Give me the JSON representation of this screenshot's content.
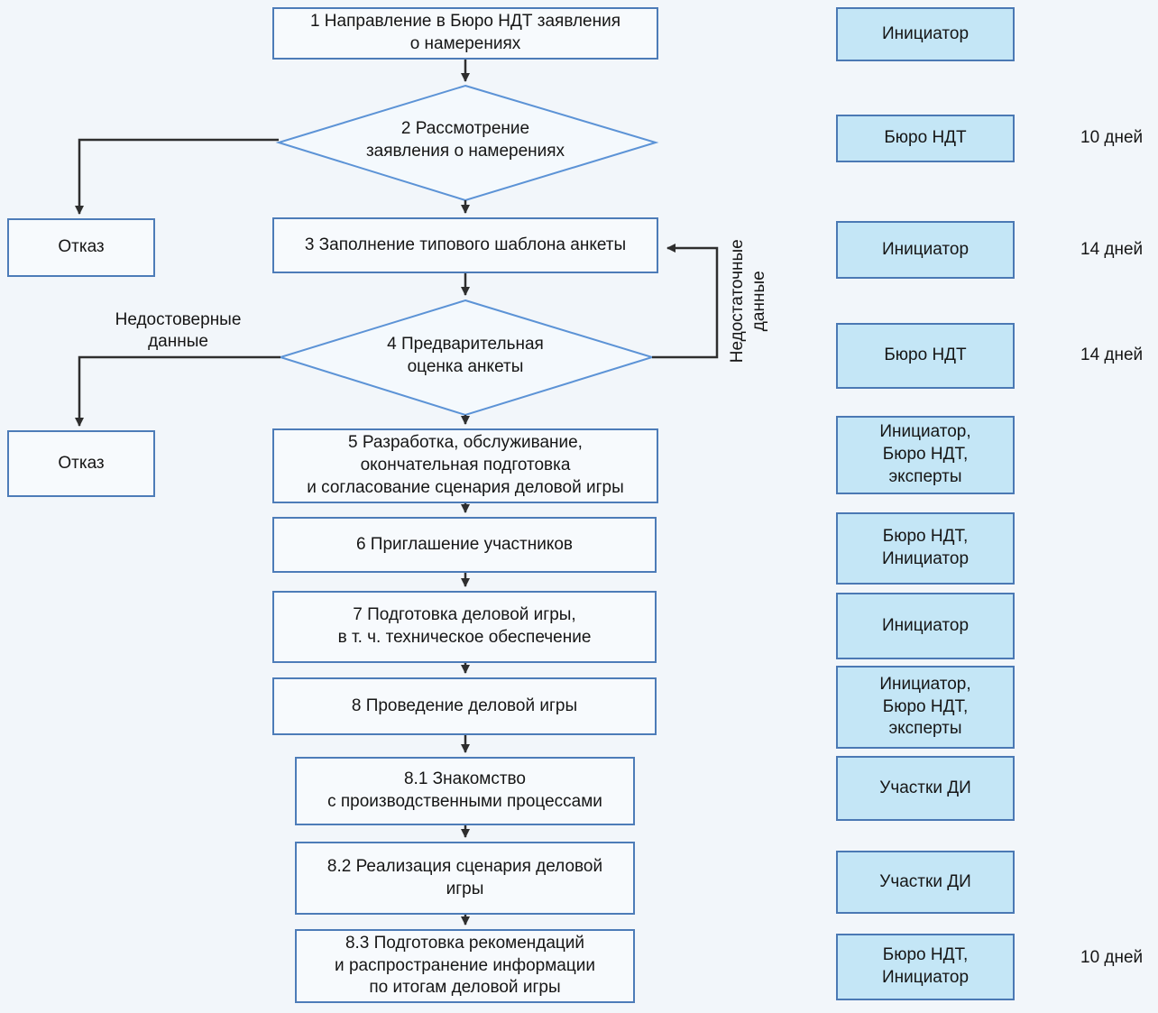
{
  "flow": {
    "step1": "1 Направление в Бюро НДТ заявления\nо намерениях",
    "step2": "2 Рассмотрение\nзаявления о намерениях",
    "step3": "3 Заполнение типового шаблона анкеты",
    "step4": "4 Предварительная\nоценка анкеты",
    "step5": "5 Разработка, обслуживание,\nокончательная подготовка\nи согласование сценария деловой игры",
    "step6": "6 Приглашение участников",
    "step7": "7 Подготовка деловой игры,\nв т. ч. техническое обеспечение",
    "step8": "8 Проведение деловой игры",
    "step8_1": "8.1 Знакомство\nс производственными процессами",
    "step8_2": "8.2 Реализация сценария деловой\nигры",
    "step8_3": "8.3 Подготовка рекомендаций\nи распространение информации\nпо итогам деловой игры",
    "reject1": "Отказ",
    "reject2": "Отказ"
  },
  "edge_labels": {
    "invalid_data": "Недостоверные\nданные",
    "insufficient_data": "Недостаточные\nданные"
  },
  "roles": [
    {
      "label": "Инициатор"
    },
    {
      "label": "Бюро НДТ"
    },
    {
      "label": "Инициатор"
    },
    {
      "label": "Бюро НДТ"
    },
    {
      "label": "Инициатор,\nБюро НДТ,\nэксперты"
    },
    {
      "label": "Бюро НДТ,\nИнициатор"
    },
    {
      "label": "Инициатор"
    },
    {
      "label": "Инициатор,\nБюро НДТ,\nэксперты"
    },
    {
      "label": "Участки ДИ"
    },
    {
      "label": "Участки ДИ"
    },
    {
      "label": "Бюро НДТ,\nИнициатор"
    }
  ],
  "durations": [
    {
      "label": "10 дней"
    },
    {
      "label": "14 дней"
    },
    {
      "label": "14 дней"
    },
    {
      "label": "10 дней"
    }
  ],
  "colors": {
    "background": "#f2f6fa",
    "flow_box_fill": "#f7fafd",
    "flow_box_border": "#4d7cb8",
    "diamond_stroke": "#5c93d6",
    "role_box_fill": "#c4e6f6",
    "role_box_border": "#4b79b4",
    "connector_line": "#2e2e2e",
    "text": "#161616"
  }
}
